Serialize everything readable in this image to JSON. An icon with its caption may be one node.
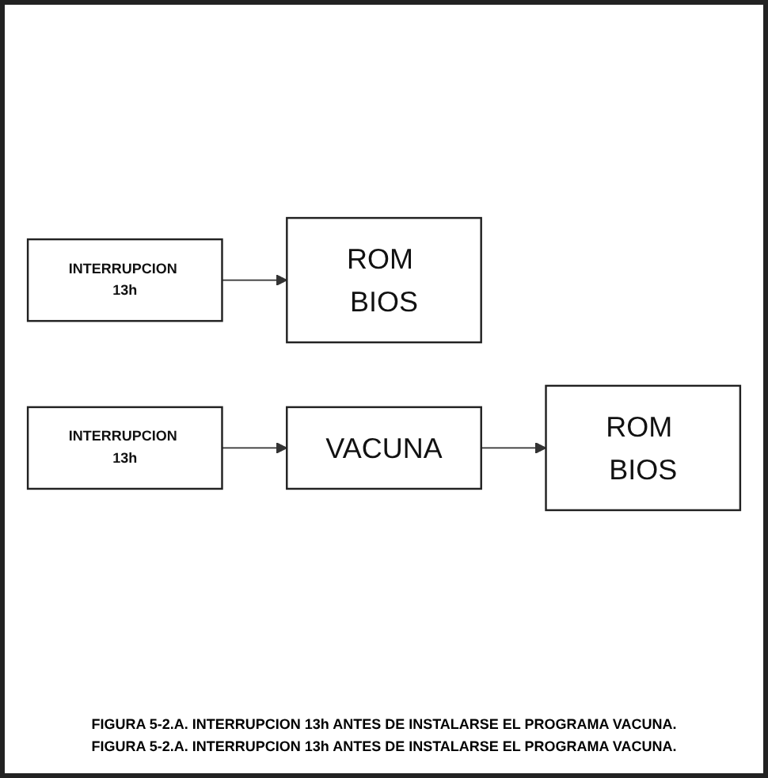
{
  "diagram": {
    "nodes": [
      {
        "text": [
          "INTERRUPCION 13h"
        ]
      },
      {
        "text": [
          "ROM BIOS"
        ]
      },
      {
        "text": [
          "INTERRUPCION 13h"
        ]
      },
      {
        "text": [
          "ROM BIOS"
        ]
      },
      {
        "text": [
          "VACUNA"
        ]
      }
    ],
    "edges": [
      {
        "from": 0,
        "to": 1,
        "arrow": "to"
      },
      {
        "from": 2,
        "to": 4,
        "arrow": "to"
      },
      {
        "from": 4,
        "to": 3,
        "arrow": "to"
      }
    ],
    "labels": [
      "FIGURA 5-2.A. INTERRUPCION 13h ANTES DE INSTALARSE EL PROGRAMA VACUNA.",
      "FIGURA 5-2.A. INTERRUPCION 13h ANTES DE INSTALARSE EL PROGRAMA VACUNA."
    ]
  }
}
